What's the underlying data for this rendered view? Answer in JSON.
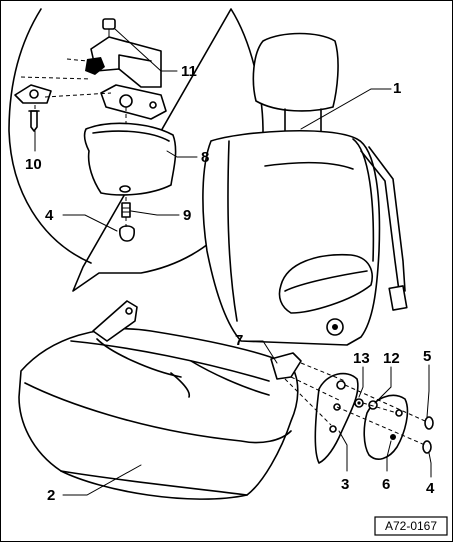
{
  "callouts": {
    "c1": "1",
    "c2": "2",
    "c3": "3",
    "c4_detail": "4",
    "c4_bottom": "4",
    "c5": "5",
    "c6": "6",
    "c7": "7",
    "c8": "8",
    "c9": "9",
    "c10": "10",
    "c11": "11",
    "c12": "12",
    "c13": "13"
  },
  "reference_code": "A72-0167"
}
